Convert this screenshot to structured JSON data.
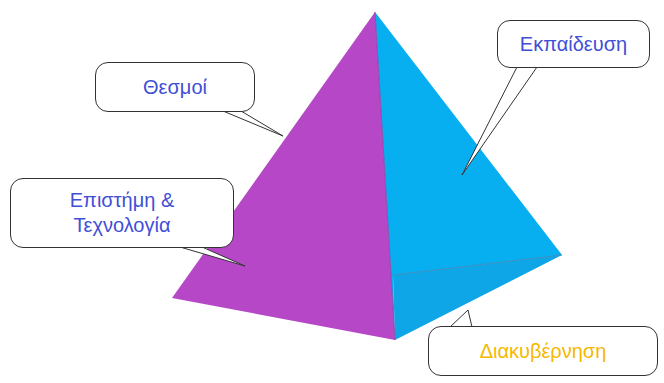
{
  "diagram": {
    "nodes": [
      {
        "text": [
          "Θεσμοί"
        ]
      },
      {
        "text": [
          "Εκπαίδευση"
        ]
      },
      {
        "text": [
          "Επιστήμη & Τεχνολογία"
        ]
      },
      {
        "text": [
          "Διακυβέρνηση"
        ]
      }
    ]
  }
}
